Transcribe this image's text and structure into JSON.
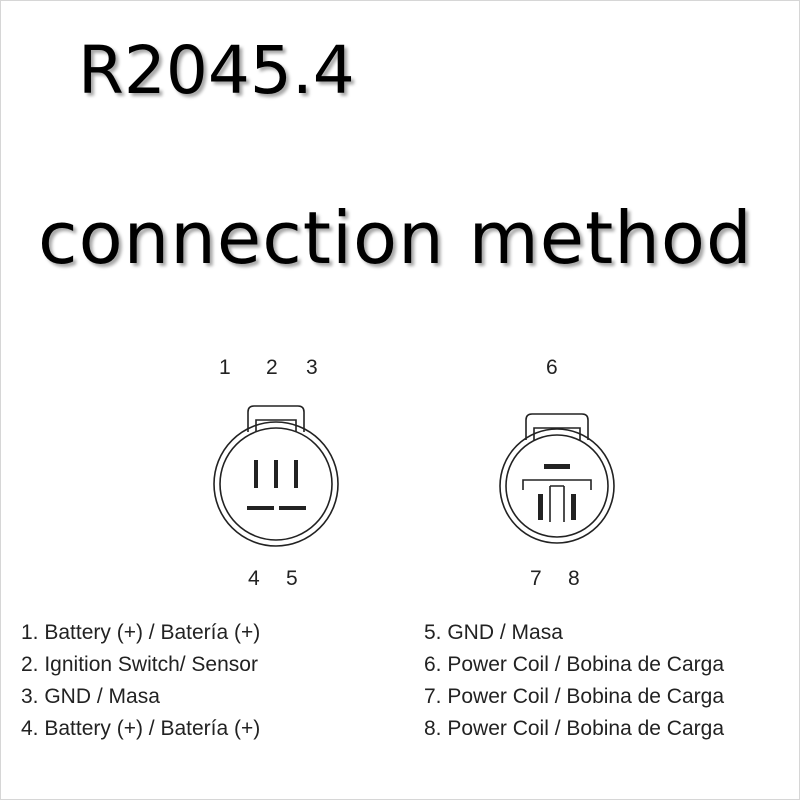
{
  "title": "R2045.4",
  "subtitle": "connection method",
  "connector_left": {
    "top_pins": [
      "1",
      "2",
      "3"
    ],
    "bottom_pins": [
      "4",
      "5"
    ]
  },
  "connector_right": {
    "top_pins": [
      "6"
    ],
    "bottom_pins": [
      "7",
      "8"
    ]
  },
  "legend_left": [
    "1. Battery (+) / Batería (+)",
    "2. Ignition Switch/ Sensor",
    "3. GND / Masa",
    "4. Battery (+) / Batería (+)"
  ],
  "legend_right": [
    "5. GND / Masa",
    "6. Power Coil / Bobina de Carga",
    "7. Power Coil / Bobina de Carga",
    "8. Power Coil / Bobina de Carga"
  ]
}
